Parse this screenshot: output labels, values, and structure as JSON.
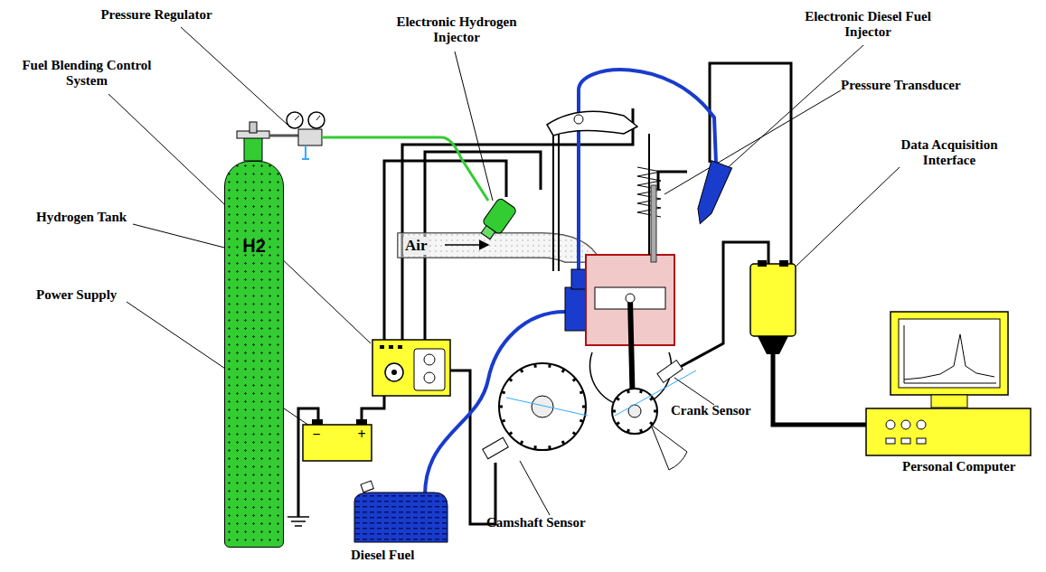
{
  "diagram": {
    "nodes": [
      {
        "text": [
          "H2"
        ]
      },
      {
        "text": [
          "Air"
        ]
      }
    ],
    "labels": [
      "Pressure Regulator",
      "Electronic Hydrogen Injector",
      "Fuel Blending Control System",
      "Electronic Diesel Fuel Injector",
      "Pressure Transducer",
      "Data Acquisition Interface",
      "Hydrogen Tank",
      "Power Supply",
      "−",
      "+",
      "Crank Sensor",
      "Personal Computer",
      "Camshaft Sensor",
      "Diesel Fuel"
    ]
  }
}
